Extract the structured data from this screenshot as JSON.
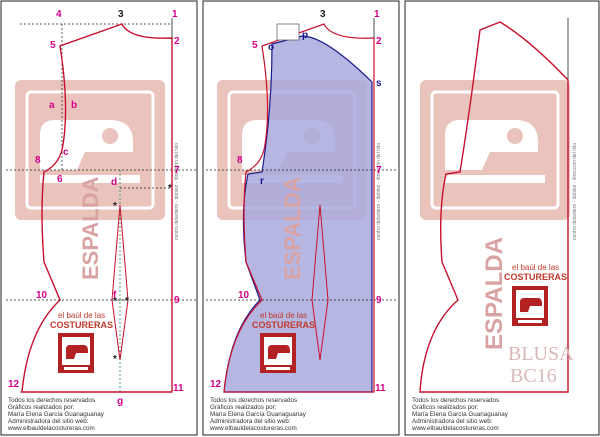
{
  "panels": [
    {
      "id": "p1",
      "points": [
        "1",
        "2",
        "3",
        "4",
        "5",
        "a",
        "b",
        "c",
        "6",
        "7",
        "d",
        "8",
        "9",
        "10",
        "f",
        "11",
        "12",
        "g"
      ]
    },
    {
      "id": "p2",
      "points": [
        "1",
        "2",
        "3",
        "5",
        "o",
        "p",
        "s",
        "8",
        "r",
        "7",
        "9",
        "10",
        "11",
        "12"
      ]
    },
    {
      "id": "p3"
    }
  ],
  "piece_label": "ESPALDA",
  "grain_text": "centro delantero - doblez - dirección del hilo",
  "brand": {
    "line1": "el baúl de las",
    "line2": "COSTURERAS"
  },
  "code": {
    "line1": "BLUSA",
    "line2": "BC16"
  },
  "credits": [
    "Todos los derechos reservados",
    "Gráficos realizados por:",
    "María Elena García Guanaguanay",
    "Administradora del sitio web:",
    "www.elbauldelacostureras.com"
  ],
  "colors": {
    "pattern": "#c8102e",
    "fill": "#a9a9de",
    "guide": "#2e8b57",
    "watermark": "#e2b3ad"
  }
}
